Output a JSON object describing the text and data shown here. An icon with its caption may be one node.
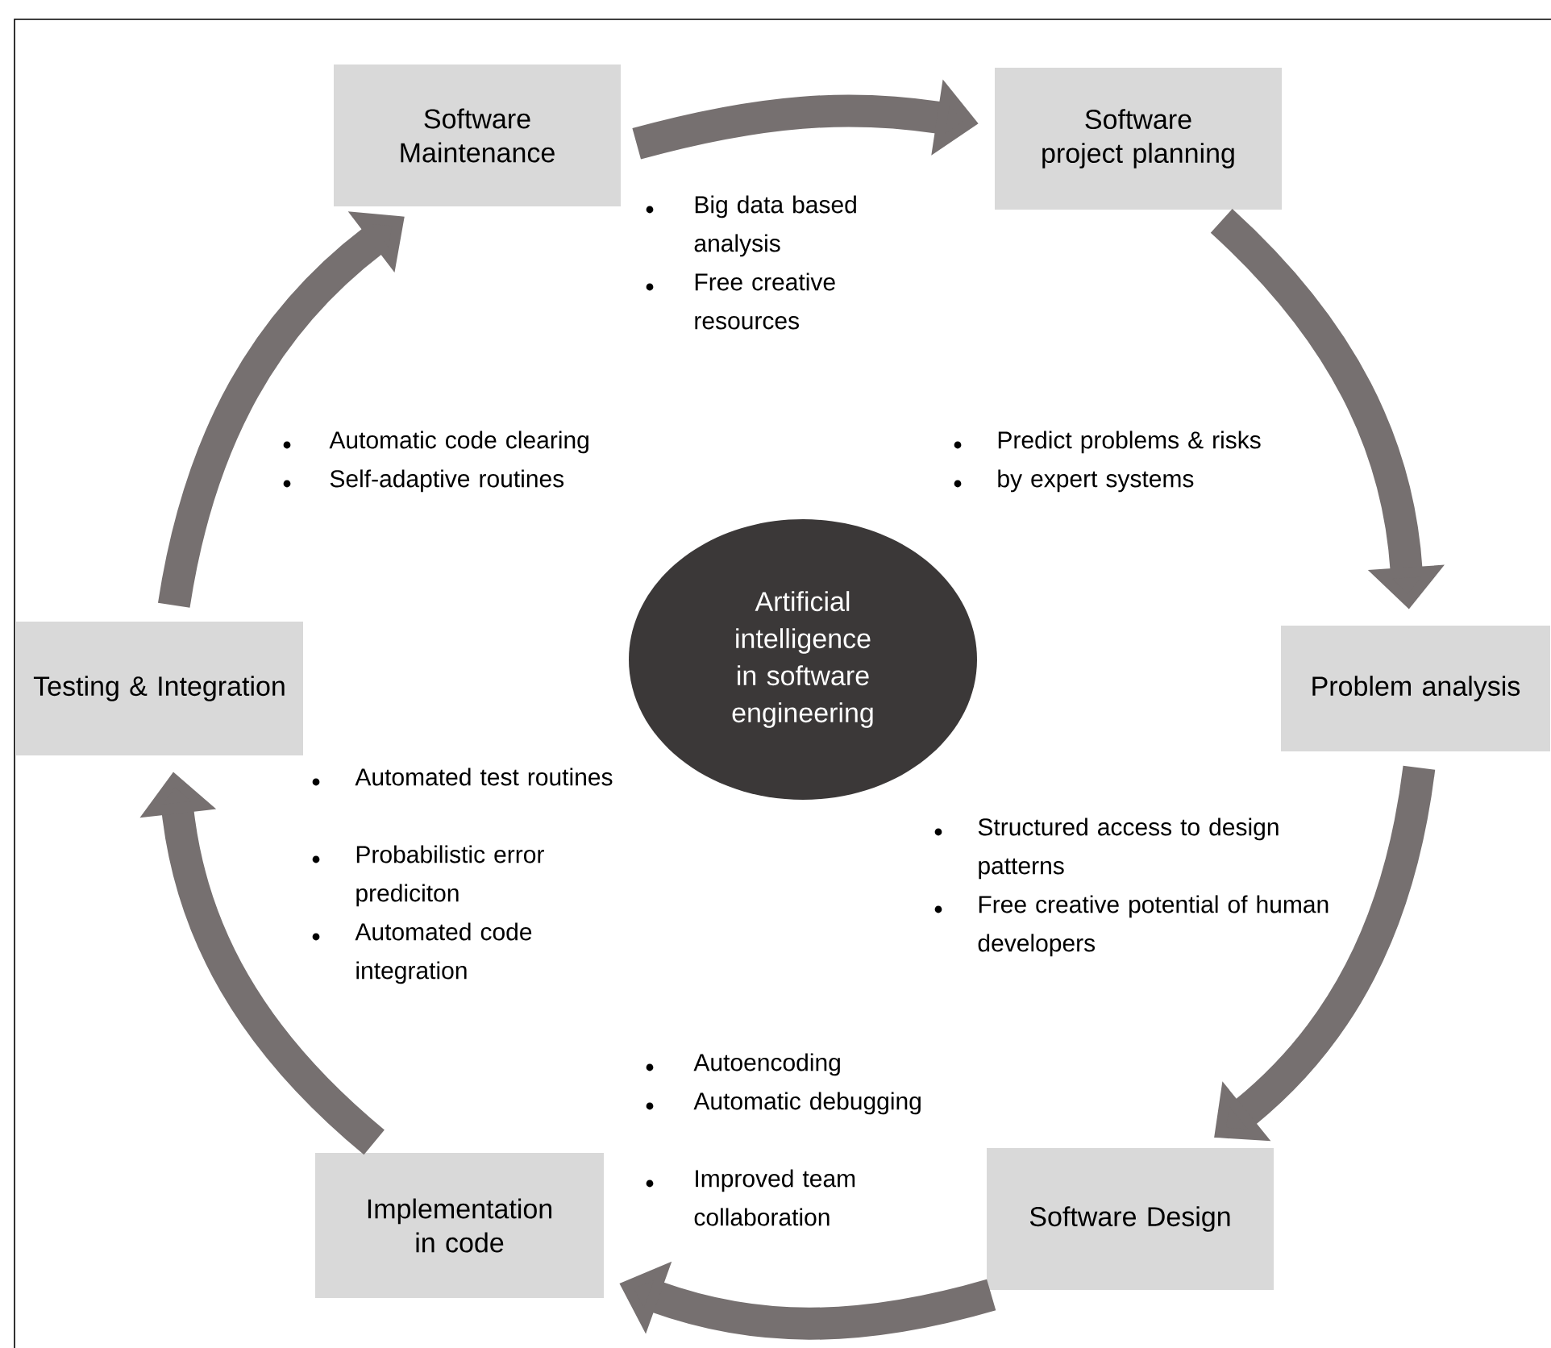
{
  "diagram": {
    "nodes": [
      {
        "text": [
          "Software Maintenance"
        ]
      },
      {
        "text": [
          "Software project planning"
        ]
      },
      {
        "text": [
          "Problem analysis"
        ]
      },
      {
        "text": [
          "Software Design"
        ]
      },
      {
        "text": [
          "Implementation in code"
        ]
      },
      {
        "text": [
          "Testing & Integration"
        ]
      },
      {
        "text": [
          "Artificial intelligence in software engineering"
        ]
      }
    ],
    "edges": [
      {
        "from": 0,
        "to": 1,
        "arrow": "to"
      },
      {
        "from": 1,
        "to": 2,
        "arrow": "to"
      },
      {
        "from": 2,
        "to": 3,
        "arrow": "to"
      },
      {
        "from": 3,
        "to": 4,
        "arrow": "to"
      },
      {
        "from": 4,
        "to": 5,
        "arrow": "to"
      },
      {
        "from": 5,
        "to": 0,
        "arrow": "to"
      }
    ],
    "labels": [
      "Big data based analysis",
      "Free creative resources",
      "Automatic code clearing",
      "Self-adaptive routines",
      "Predict problems & risks",
      "by expert systems",
      "Automated test routines",
      "Probabilistic error prediciton",
      "Automated code integration",
      "Structured access to design patterns",
      "Free creative potential of human developers",
      "Autoencoding",
      "Automatic debugging",
      "Improved team collaboration"
    ]
  }
}
